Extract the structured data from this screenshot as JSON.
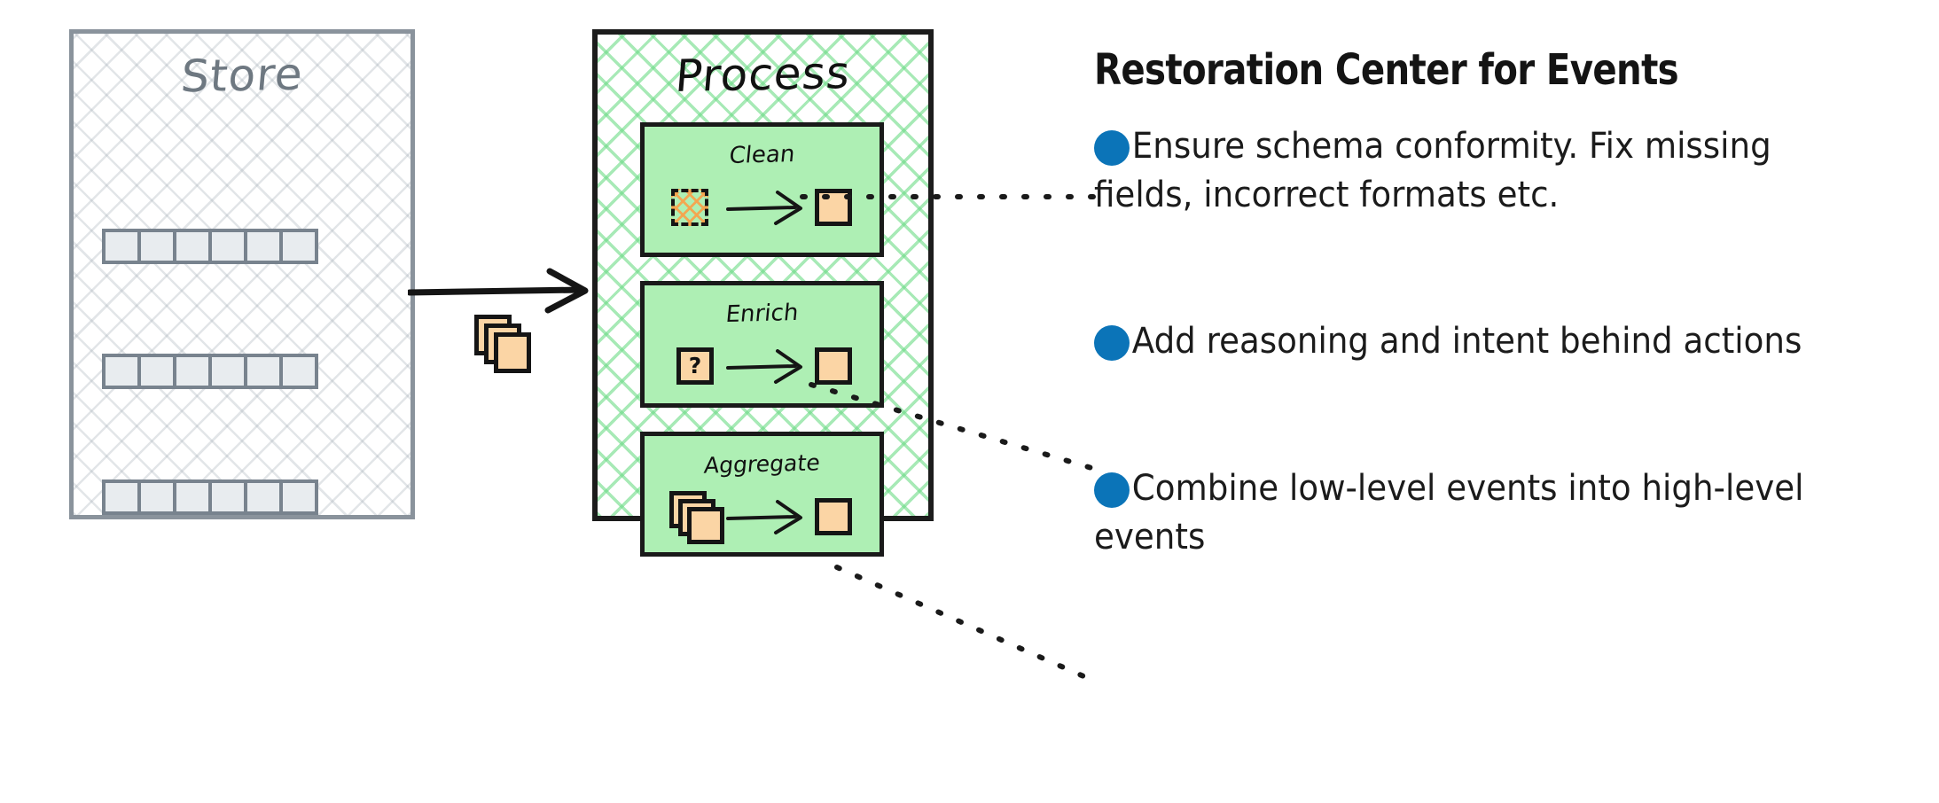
{
  "diagram": {
    "store": {
      "title": "Store",
      "rows": [
        {
          "cells": 6
        },
        {
          "cells": 6
        },
        {
          "cells": 6
        }
      ]
    },
    "process": {
      "title": "Process",
      "steps": [
        {
          "label": "Clean",
          "input_icon": "hatched-square-icon",
          "output_icon": "square-icon"
        },
        {
          "label": "Enrich",
          "input_icon": "question-square-icon",
          "output_icon": "square-icon"
        },
        {
          "label": "Aggregate",
          "input_icon": "stacked-squares-icon",
          "output_icon": "square-icon"
        }
      ],
      "enrich_input_glyph": "?"
    },
    "transfer": {
      "arrow_icon": "right-arrow-icon",
      "cards_icon": "stacked-cards-icon"
    }
  },
  "notes": {
    "title": "Restoration Center for Events",
    "items": [
      {
        "text": "Ensure schema conformity. Fix missing fields, incorrect formats etc."
      },
      {
        "text": "Add reasoning and intent behind actions"
      },
      {
        "text": "Combine low-level events into high-level events"
      }
    ]
  },
  "colors": {
    "store_border": "#8a939c",
    "store_title": "#6e7881",
    "store_cell_fill": "#e8ecef",
    "store_cell_border": "#78838e",
    "process_border": "#1a1a1a",
    "process_hatch": "#6cdb86",
    "step_fill": "#aeefb4",
    "accent_orange": "#fbd5a5",
    "bullet_blue": "#0b74b8",
    "ink": "#141414"
  }
}
